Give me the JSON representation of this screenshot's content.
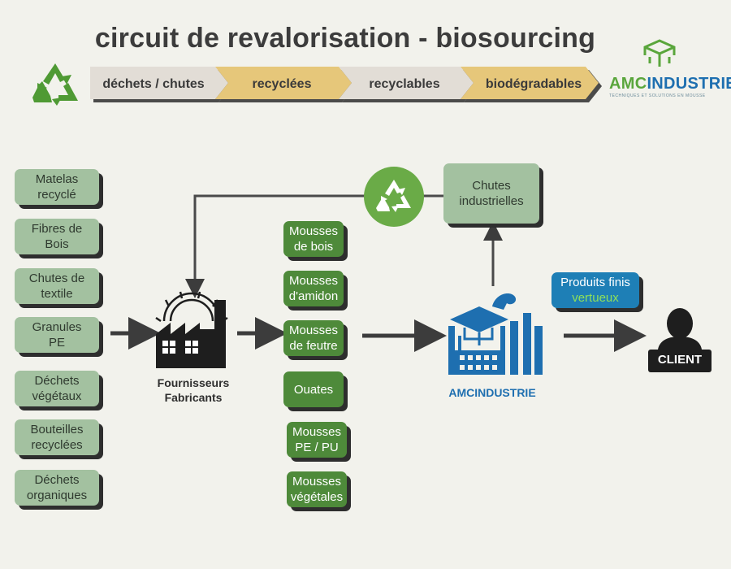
{
  "title": "circuit de revalorisation - biosourcing",
  "flow_steps": [
    "déchets / chutes",
    "recyclées",
    "recyclables",
    "biodégradables"
  ],
  "logo": {
    "name_a": "AMC",
    "name_b": "INDUSTRIE",
    "tagline": "TECHNIQUES ET SOLUTIONS EN MOUSSE"
  },
  "sources": [
    [
      "Matelas",
      "recyclé"
    ],
    [
      "Fibres de",
      "Bois"
    ],
    [
      "Chutes de",
      "textile"
    ],
    [
      "Granules",
      "PE"
    ],
    [
      "Déchets",
      "végétaux"
    ],
    [
      "Bouteilles",
      "recyclées"
    ],
    [
      "Déchets",
      "organiques"
    ]
  ],
  "foams": [
    [
      "Mousses",
      "de bois"
    ],
    [
      "Mousses",
      "d'amidon"
    ],
    [
      "Mousses",
      "de feutre"
    ],
    [
      "Ouates",
      ""
    ],
    [
      "Mousses",
      "PE / PU"
    ],
    [
      "Mousses",
      "végétales"
    ]
  ],
  "fournisseurs": {
    "line1": "Fournisseurs",
    "line2": "Fabricants"
  },
  "chutes": {
    "line1": "Chutes",
    "line2": "industrielles"
  },
  "amc_label": "AMCINDUSTRIE",
  "produits": {
    "line1": "Produits finis",
    "line2": "vertueux"
  },
  "client": "CLIENT",
  "colors": {
    "step_grey": "#e2ddd6",
    "step_gold": "#e6c77a",
    "source": "#a3c1a0",
    "foam": "#4e8a3a",
    "blue": "#1e6fb0",
    "recycle_green": "#5aa63c"
  }
}
